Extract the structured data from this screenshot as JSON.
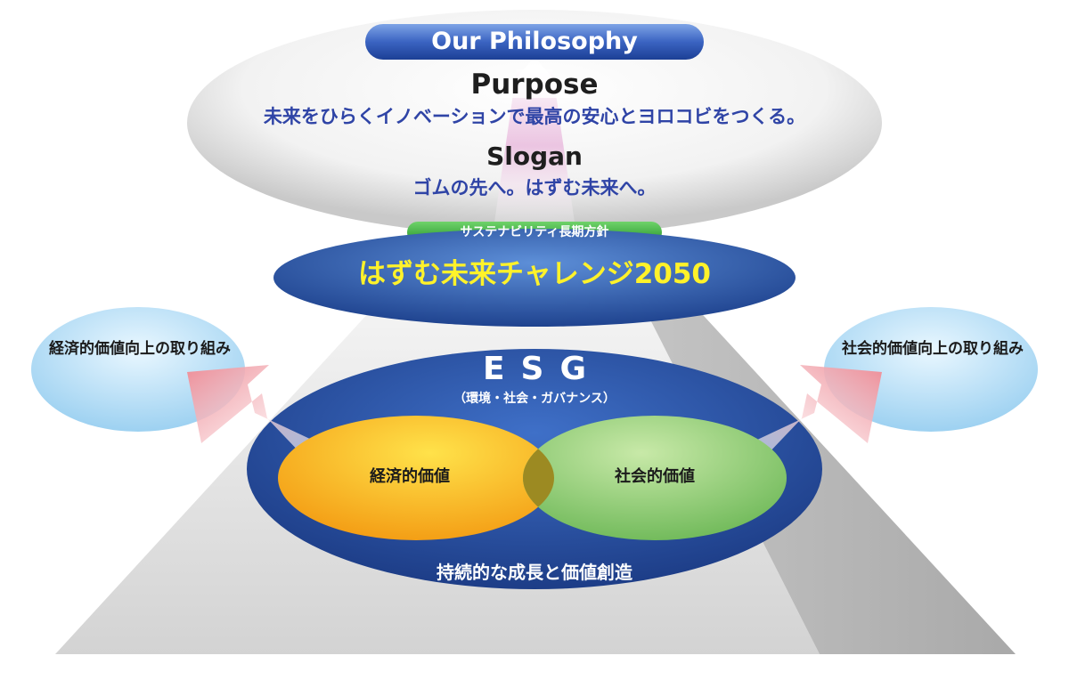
{
  "header": {
    "philosophy_label": "Our Philosophy",
    "purpose_heading": "Purpose",
    "purpose_text": "未来をひらくイノベーションで最高の安心とヨロコビをつくる。",
    "slogan_heading": "Slogan",
    "slogan_text": "ゴムの先へ。はずむ未来へ。"
  },
  "policy": {
    "label": "サステナビリティ長期方針",
    "name": "はずむ未来チャレンジ2050"
  },
  "esg": {
    "title": "ESG",
    "subtitle": "（環境・社会・ガバナンス）",
    "economic_value": "経済的価値",
    "social_value": "社会的価値",
    "sustainable_growth": "持続的な成長と価値創造"
  },
  "sides": {
    "left_text": "経済的価値向上の取り組み",
    "right_text": "社会的価値向上の取り組み"
  },
  "colors": {
    "blue_dark": "#1f3f8c",
    "blue_mid": "#3f6cc2",
    "yellow": "#fff22a",
    "orange": "#f2a21c",
    "green": "#7fc266",
    "arrow_pink": "#ee8f99",
    "side_bubble": "#bfe2f7",
    "policy_green": "#3ea83d"
  }
}
